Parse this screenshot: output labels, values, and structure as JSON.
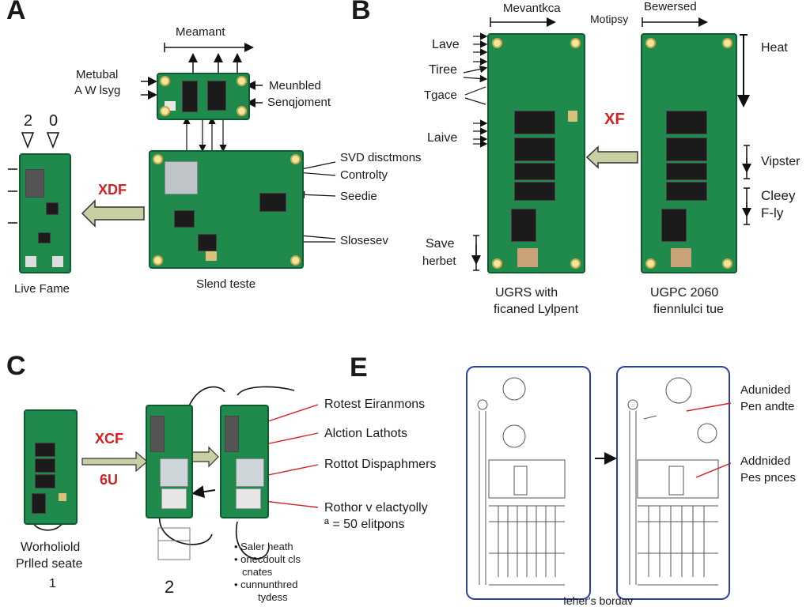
{
  "panels": {
    "A": {
      "letter": "A",
      "top_label": "Meamant",
      "left_label_1": "Metubal",
      "left_label_2": "A W lsyg",
      "right_label_1": "Meunbled",
      "right_label_2": "Senqjoment",
      "num_left": "2",
      "num_right": "0",
      "transfer_label": "XDF",
      "callout_1": "SVD disctmons",
      "callout_2": "Controlty",
      "callout_3": "Seedie",
      "callout_4": "Slosesev",
      "left_caption": "Live Fame",
      "main_caption": "Slend teste"
    },
    "B": {
      "letter": "B",
      "top_left": "Mevantkca",
      "top_mid": "Motipsy",
      "top_right": "Bewersed",
      "left_1": "Lave",
      "left_2": "Tiree",
      "left_3": "Tgace",
      "left_4": "Laive",
      "left_5": "Save",
      "left_6": "herbet",
      "transfer_label": "XF",
      "right_1": "Heat",
      "right_2": "Vipster",
      "right_3": "Cleey",
      "right_4": "F-ly",
      "caption_left_1": "UGRS with",
      "caption_left_2": "ficaned Lylpent",
      "caption_right_1": "UGPC 2060",
      "caption_right_2": "fiennlulci tue"
    },
    "C": {
      "letter": "C",
      "transfer_1": "XCF",
      "transfer_2": "6U",
      "callout_1": "Rotest Eiranmons",
      "callout_2": "Alction Lathots",
      "callout_3": "Rottot Dispaphmers",
      "callout_4": "Rothor v elactyolly",
      "callout_5": "ª = 50 elitpons",
      "caption_1": "Worholiold",
      "caption_2": "Prlled seate",
      "caption_num": "1",
      "num_2": "2",
      "bullets": [
        "Saler heath",
        "onecdoult cls",
        "cnates",
        "cunnunthred",
        "tydess"
      ]
    },
    "E": {
      "letter": "E",
      "callout_1a": "Adunided",
      "callout_1b": "Pen andte",
      "callout_2a": "Addnided",
      "callout_2b": "Pes pnces",
      "caption": "Ieher's bordav"
    }
  },
  "colors": {
    "pcb_green": "#1f8a4c",
    "pcb_edge": "#0f5a30",
    "accent_red": "#d42020",
    "frame_blue": "#2a3fa8",
    "arrow_fill": "#c9cfa2"
  }
}
